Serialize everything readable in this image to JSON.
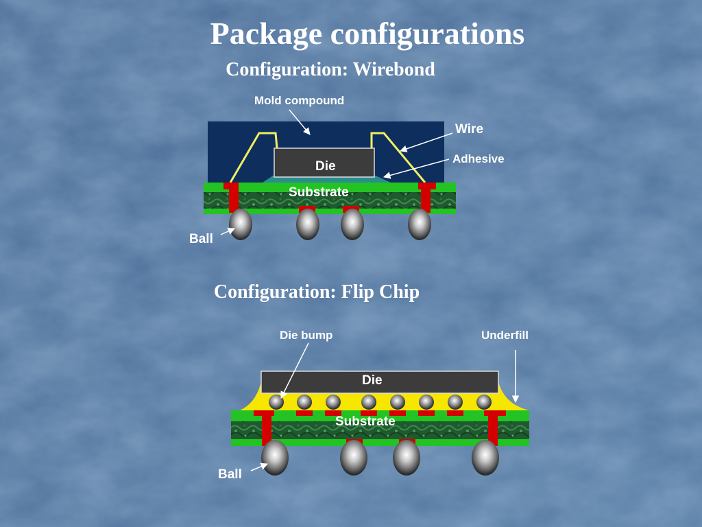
{
  "title": "Package configurations",
  "wirebond": {
    "heading": "Configuration: Wirebond",
    "labels": {
      "mold_compound": "Mold compound",
      "wire": "Wire",
      "adhesive": "Adhesive",
      "die": "Die",
      "substrate": "Substrate",
      "ball": "Ball"
    }
  },
  "flipchip": {
    "heading": "Configuration: Flip Chip",
    "labels": {
      "die_bump": "Die bump",
      "underfill": "Underfill",
      "die": "Die",
      "substrate": "Substrate",
      "ball": "Ball"
    }
  },
  "colors": {
    "background": "#4e7199",
    "mold": "#0e2f5e",
    "substrate_green": "#22c322",
    "substrate_core": "#1f5a2e",
    "via_red": "#d40000",
    "wire_yellow": "#f0f060",
    "underfill_yellow": "#f6e600",
    "die_gray": "#3c3c3c",
    "adhesive_teal": "#2a8c8c"
  }
}
